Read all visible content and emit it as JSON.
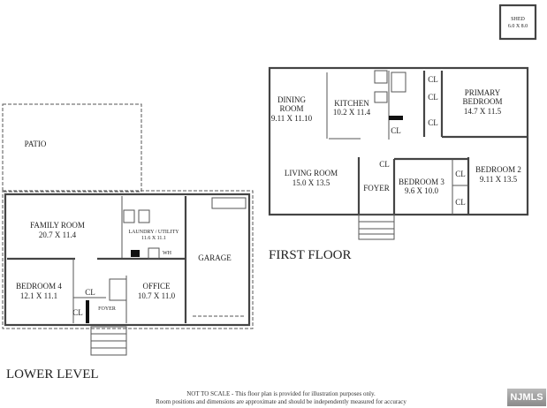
{
  "shed": {
    "name": "SHED",
    "dims": "6.0 X 8.0"
  },
  "lower_level": {
    "title": "LOWER LEVEL",
    "rooms": {
      "patio": {
        "name": "PATIO"
      },
      "family_room": {
        "name": "FAMILY ROOM",
        "dims": "20.7 X 11.4"
      },
      "laundry": {
        "name": "LAUNDRY / UTILITY",
        "dims": "11.6 X 11.1",
        "wh": "WH"
      },
      "garage": {
        "name": "GARAGE"
      },
      "bedroom4": {
        "name": "BEDROOM 4",
        "dims": "12.1 X 11.1"
      },
      "office": {
        "name": "OFFICE",
        "dims": "10.7 X 11.0"
      },
      "foyer": {
        "name": "FOYER"
      },
      "cl": "CL"
    }
  },
  "first_floor": {
    "title": "FIRST FLOOR",
    "rooms": {
      "dining": {
        "name1": "DINING",
        "name2": "ROOM",
        "dims": "9.11 X 11.10"
      },
      "kitchen": {
        "name": "KITCHEN",
        "dims": "10.2 X 11.4"
      },
      "primary": {
        "name1": "PRIMARY",
        "name2": "BEDROOM",
        "dims": "14.7 X 11.5"
      },
      "living": {
        "name": "LIVING ROOM",
        "dims": "15.0 X 13.5"
      },
      "bedroom3": {
        "name": "BEDROOM 3",
        "dims": "9.6 X 10.0"
      },
      "bedroom2": {
        "name": "BEDROOM 2",
        "dims": "9.11 X 13.5"
      },
      "foyer": {
        "name": "FOYER"
      },
      "cl": "CL"
    }
  },
  "disclaimer": {
    "line1": "NOT TO SCALE - This floor plan is provided for illustration purposes only.",
    "line2": "Room positions and dimensions are approximate and should be independently measured for accuracy"
  },
  "logo": "NJMLS"
}
